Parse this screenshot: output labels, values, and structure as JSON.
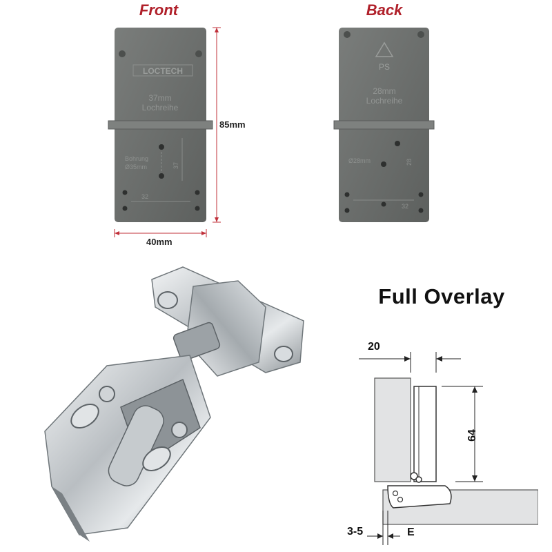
{
  "jig": {
    "front_label": "Front",
    "back_label": "Back",
    "height_dimension": "85mm",
    "width_dimension": "40mm",
    "front_brand": "LOCTECH",
    "front_row_text": "37mm",
    "front_row_text2": "Lochreihe",
    "back_row_text": "28mm",
    "back_row_text2": "Lochreihe",
    "front_bore_text": "Bohrung",
    "front_bore_size": "Ø35mm",
    "back_bore_size": "Ø28mm",
    "back_recycle_text": "PS",
    "front_spacing": "32",
    "back_spacing": "32",
    "front_side_value": "37",
    "back_side_value": "28"
  },
  "diagram": {
    "title": "Full Overlay",
    "dim_top": "20",
    "dim_height": "64",
    "dim_bottom_left": "3-5",
    "dim_bottom_right": "E"
  },
  "colors": {
    "heading_red": "#b0202a",
    "jig_gray": "#6b6e6c",
    "dimension_red": "#c0303a"
  }
}
